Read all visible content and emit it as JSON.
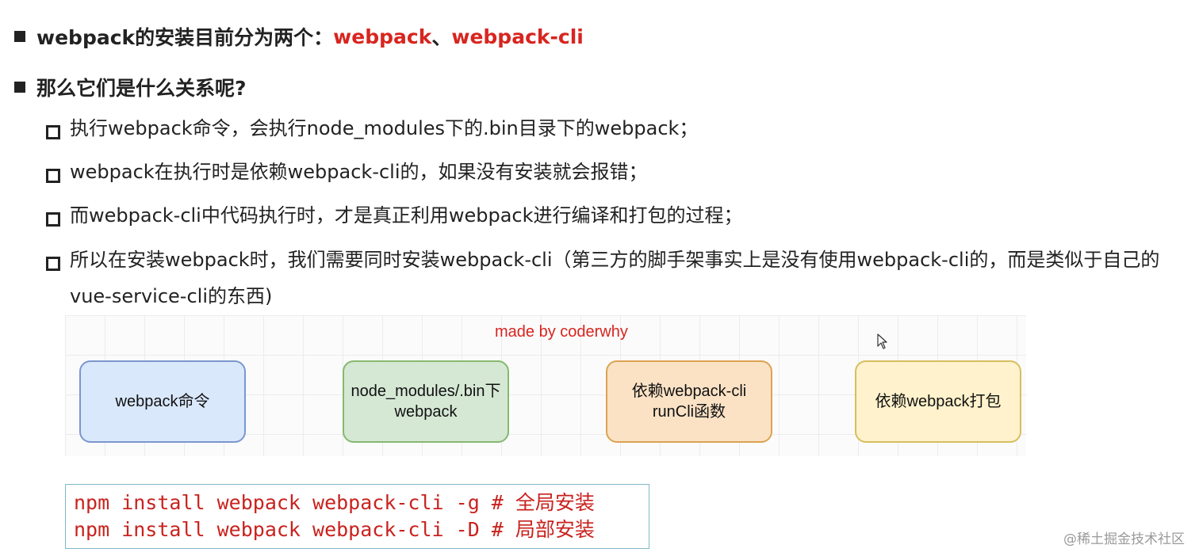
{
  "bullets": {
    "b1": {
      "text": "webpack的安装目前分为两个：",
      "red1": "webpack",
      "sep": "、",
      "red2": "webpack-cli"
    },
    "b2": {
      "text": "那么它们是什么关系呢?"
    }
  },
  "subs": [
    "执行webpack命令，会执行node_modules下的.bin目录下的webpack；",
    "webpack在执行时是依赖webpack-cli的，如果没有安装就会报错；",
    "而webpack-cli中代码执行时，才是真正利用webpack进行编译和打包的过程；",
    "所以在安装webpack时，我们需要同时安装webpack-cli（第三方的脚手架事实上是没有使用webpack-cli的，而是类似于自己的vue-service-cli的东西)"
  ],
  "diagram": {
    "made_by": "made by coderwhy",
    "nodes": [
      {
        "label": "webpack命令",
        "fill": "#dae8fc"
      },
      {
        "label": "node_modules/.bin下\nwebpack",
        "fill": "#d5e8d4"
      },
      {
        "label": "依赖webpack-cli\nrunCli函数",
        "fill": "#fbe2c5"
      },
      {
        "label": "依赖webpack打包",
        "fill": "#fff2cc"
      }
    ]
  },
  "code": {
    "line1": "npm install webpack webpack-cli -g # 全局安装",
    "line2": "npm install webpack webpack-cli -D # 局部安装"
  },
  "watermark": "@稀土掘金技术社区",
  "colors": {
    "accent_red": "#d8251f",
    "code_border": "#7fb6c9"
  }
}
